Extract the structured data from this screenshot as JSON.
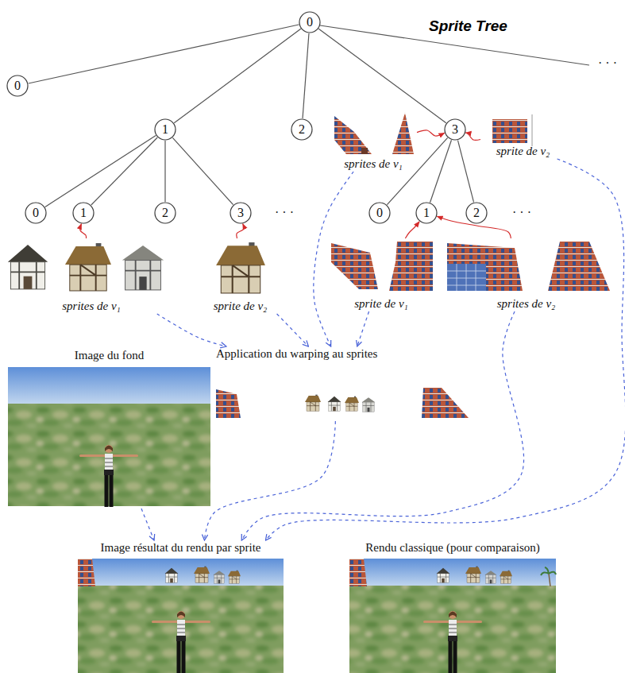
{
  "diagram": {
    "title": "Sprite Tree",
    "nodes": [
      {
        "text": [
          "0"
        ]
      },
      {
        "text": [
          "0"
        ]
      },
      {
        "text": [
          "1"
        ]
      },
      {
        "text": [
          "2"
        ]
      },
      {
        "text": [
          "3"
        ]
      },
      {
        "text": [
          "sprites de v₁"
        ]
      },
      {
        "text": [
          "sprite de v₂"
        ]
      },
      {
        "text": [
          "0"
        ]
      },
      {
        "text": [
          "1"
        ]
      },
      {
        "text": [
          "2"
        ]
      },
      {
        "text": [
          "3"
        ]
      },
      {
        "text": [
          "0"
        ]
      },
      {
        "text": [
          "1"
        ]
      },
      {
        "text": [
          "2"
        ]
      },
      {
        "text": [
          "sprites de v₁"
        ]
      },
      {
        "text": [
          "sprite de v₂"
        ]
      },
      {
        "text": [
          "sprite de v₁"
        ]
      },
      {
        "text": [
          "sprites de v₂"
        ]
      },
      {
        "text": [
          "Image du fond"
        ]
      },
      {
        "text": [
          "Application du warping au sprites"
        ]
      },
      {
        "text": [
          "Image résultat du rendu par sprite"
        ]
      },
      {
        "text": [
          "Rendu classique (pour comparaison)"
        ]
      }
    ],
    "edges": [
      {
        "from": 0,
        "to": 1,
        "arrow": "none"
      },
      {
        "from": 0,
        "to": 2,
        "arrow": "none"
      },
      {
        "from": 0,
        "to": 3,
        "arrow": "none"
      },
      {
        "from": 0,
        "to": 4,
        "arrow": "none"
      },
      {
        "from": 2,
        "to": 7,
        "arrow": "none"
      },
      {
        "from": 2,
        "to": 8,
        "arrow": "none"
      },
      {
        "from": 2,
        "to": 9,
        "arrow": "none"
      },
      {
        "from": 2,
        "to": 10,
        "arrow": "none"
      },
      {
        "from": 4,
        "to": 11,
        "arrow": "none"
      },
      {
        "from": 4,
        "to": 12,
        "arrow": "none"
      },
      {
        "from": 4,
        "to": 13,
        "arrow": "none"
      },
      {
        "from": 14,
        "to": 8,
        "arrow": "to"
      },
      {
        "from": 15,
        "to": 10,
        "arrow": "to"
      },
      {
        "from": 5,
        "to": 4,
        "arrow": "to"
      },
      {
        "from": 6,
        "to": 4,
        "arrow": "to"
      },
      {
        "from": 16,
        "to": 12,
        "arrow": "to"
      },
      {
        "from": 17,
        "to": 12,
        "arrow": "to"
      },
      {
        "from": 14,
        "to": 19,
        "arrow": "to"
      },
      {
        "from": 15,
        "to": 19,
        "arrow": "to"
      },
      {
        "from": 5,
        "to": 19,
        "arrow": "to"
      },
      {
        "from": 16,
        "to": 19,
        "arrow": "to"
      },
      {
        "from": 17,
        "to": 20,
        "arrow": "to"
      },
      {
        "from": 6,
        "to": 20,
        "arrow": "to"
      },
      {
        "from": 19,
        "to": 20,
        "arrow": "to"
      },
      {
        "from": 18,
        "to": 20,
        "arrow": "to"
      }
    ],
    "labels": [
      "· · ·",
      "· · ·",
      "· · ·"
    ]
  }
}
